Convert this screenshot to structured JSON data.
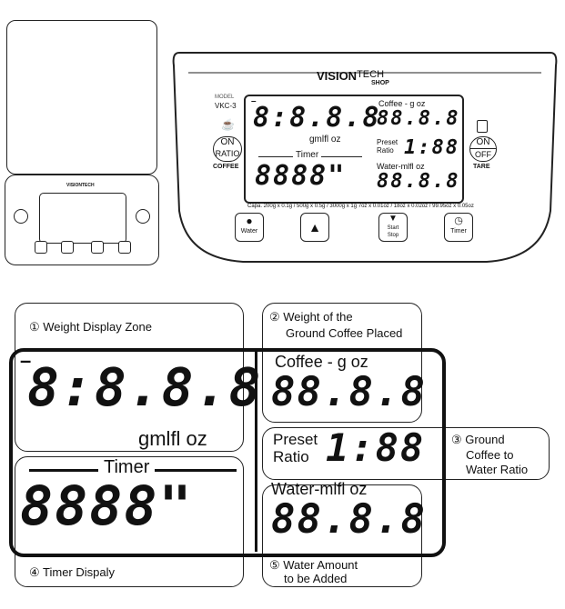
{
  "device": {
    "brand_main": "VISION",
    "brand_tech": "TECH",
    "brand_shop": "SHOP",
    "model_label": "MODEL",
    "model_value": "VKC-3",
    "coffee_unit_label": "Coffee - g oz",
    "coffee_digits": "88.8.8",
    "weight_digits": "8:8.8.8",
    "weight_units": "gmlfl oz",
    "timer_label": "Timer",
    "timer_digits": "8888\"",
    "preset_label_1": "Preset",
    "preset_label_2": "Ratio",
    "ratio_digits": "1:88",
    "water_label": "Water-mlfl oz",
    "water_digits": "88.8.8",
    "on_label": "ON",
    "ratio_label": "RATIO",
    "coffee_caption": "COFFEE",
    "onoff_on": "ON",
    "onoff_off": "OFF",
    "tare_caption": "TARE",
    "capacity_text": "Capa. 200g x 0.1g / 500g x 0.5g / 3000g x 1g    7oz x 0.01oz / 18oz x 0.02oz / 99.95oz x 0.05oz",
    "btn_water": "Water",
    "btn_start": "Start",
    "btn_stop": "Stop",
    "btn_timer": "Timer",
    "minus_sign": "–"
  },
  "callouts": {
    "c1": "① Weight Display Zone",
    "c2a": "② Weight of the",
    "c2b": "Ground Coffee Placed",
    "c3a": "③ Ground",
    "c3b": "Coffee to",
    "c3c": "Water Ratio",
    "c4": "④ Timer Dispaly",
    "c5a": "⑤ Water Amount",
    "c5b": "to be Added"
  },
  "zoom": {
    "weight_digits": "8:8.8.8",
    "weight_units": "gmlfl oz",
    "timer_label": "Timer",
    "timer_digits": "8888\"",
    "coffee_label": "Coffee - g oz",
    "coffee_digits": "88.8.8",
    "preset_1": "Preset",
    "preset_2": "Ratio",
    "ratio_digits": "1:88",
    "water_label": "Water-mlfl oz",
    "water_digits": "88.8.8",
    "minus_sign": "–"
  }
}
